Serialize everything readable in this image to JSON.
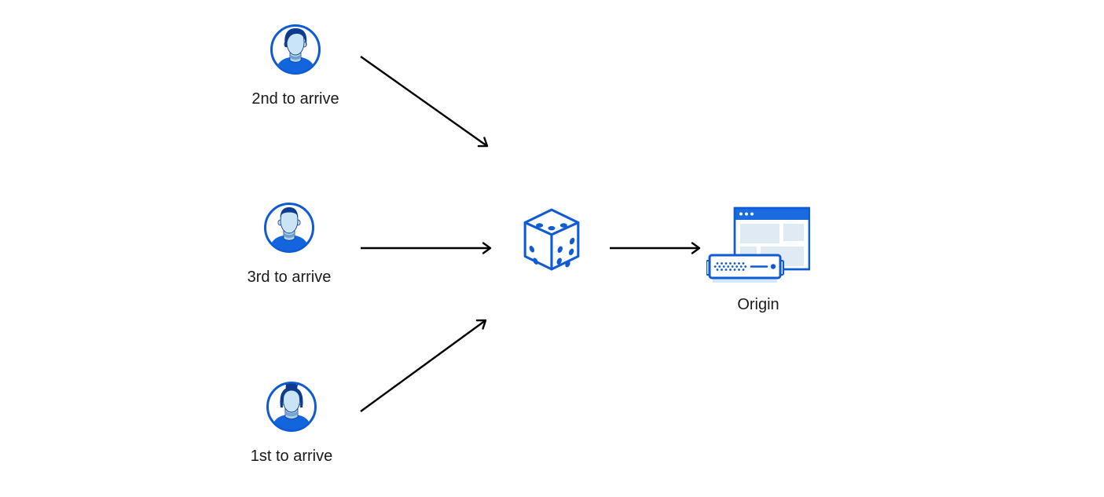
{
  "diagram_type": "flow-diagram",
  "nodes": {
    "user_second": {
      "label": "2nd to arrive",
      "icon": "male-avatar-swept-hair-icon"
    },
    "user_third": {
      "label": "3rd to arrive",
      "icon": "male-avatar-short-hair-icon"
    },
    "user_first": {
      "label": "1st to arrive",
      "icon": "female-avatar-bun-icon"
    },
    "dice": {
      "icon": "dice-icon"
    },
    "origin": {
      "label": "Origin",
      "icon": "origin-server-browser-icon"
    }
  },
  "connections": [
    {
      "from": "user_second",
      "to": "dice"
    },
    {
      "from": "user_third",
      "to": "dice"
    },
    {
      "from": "user_first",
      "to": "dice"
    },
    {
      "from": "dice",
      "to": "origin"
    }
  ],
  "colors": {
    "background": "#ffffff",
    "primary_blue": "#0f5ad5",
    "titlebar_blue": "#1a6be0",
    "dark_navy": "#0d3b8d",
    "shirt_blue": "#1365dd",
    "face_light_blue": "#c9e4f5",
    "neck_shadow_blue": "#a9d2ec",
    "panel_fill": "#dfeaf4",
    "server_accent_fill": "#d4e8f8",
    "arrow_black": "#000000",
    "label_text": "#1a1a1a"
  }
}
